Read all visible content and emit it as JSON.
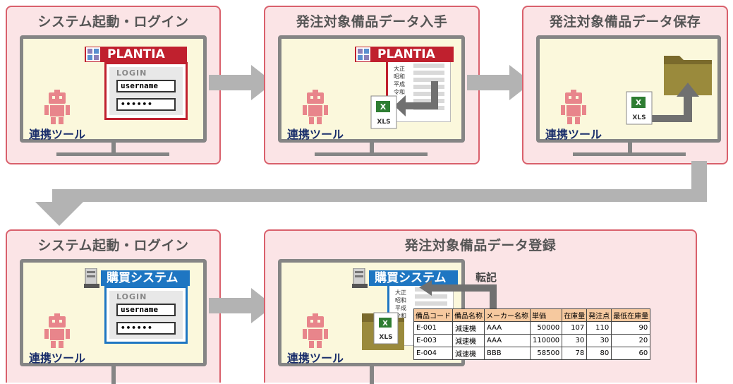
{
  "steps": [
    {
      "title": "システム起動・ログイン",
      "tool": "連携ツール",
      "brand": "PLANTIA",
      "login_title": "LOGIN",
      "username": "username",
      "password": "••••••"
    },
    {
      "title": "発注対象備品データ入手",
      "tool": "連携ツール",
      "brand": "PLANTIA",
      "file": "XLS"
    },
    {
      "title": "発注対象備品データ保存",
      "tool": "連携ツール",
      "file": "XLS"
    },
    {
      "title": "システム起動・ログイン",
      "tool": "連携ツール",
      "brand": "購買システム",
      "login_title": "LOGIN",
      "username": "username",
      "password": "••••••"
    },
    {
      "title": "発注対象備品データ登録",
      "tool": "連携ツール",
      "brand": "購買システム",
      "file": "XLS",
      "transfer_label": "転記"
    }
  ],
  "doc_lines": [
    "大正",
    "昭和",
    "平成",
    "令和"
  ],
  "table": {
    "headers": [
      "備品コード",
      "備品名称",
      "メーカー名称",
      "単価",
      "在庫量",
      "発注点",
      "最低在庫量"
    ],
    "rows": [
      [
        "E-001",
        "減速機",
        "AAA",
        "50000",
        "107",
        "110",
        "90"
      ],
      [
        "E-003",
        "減速機",
        "AAA",
        "110000",
        "30",
        "30",
        "20"
      ],
      [
        "E-004",
        "減速機",
        "BBB",
        "58500",
        "78",
        "80",
        "60"
      ]
    ]
  },
  "colors": {
    "panel_bg": "#fbe4e6",
    "panel_border": "#d9606c",
    "plantia_red": "#c0202e",
    "purchase_blue": "#1e76c2",
    "tool_text": "#1a2e6b",
    "arrow_gray": "#b3b3b3"
  }
}
